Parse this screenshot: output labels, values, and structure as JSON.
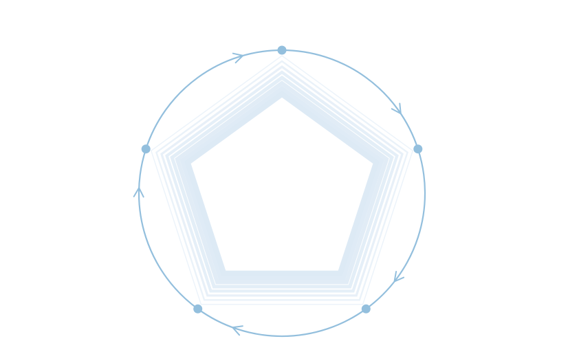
{
  "diagram": {
    "kind": "cycle",
    "node_count": 5,
    "nested_ring_count": 8,
    "direction": "clockwise",
    "colors": {
      "arc": "#93bfdd",
      "node": "#93bfdd",
      "ring": "#dce9f5",
      "background": "#ffffff"
    }
  }
}
